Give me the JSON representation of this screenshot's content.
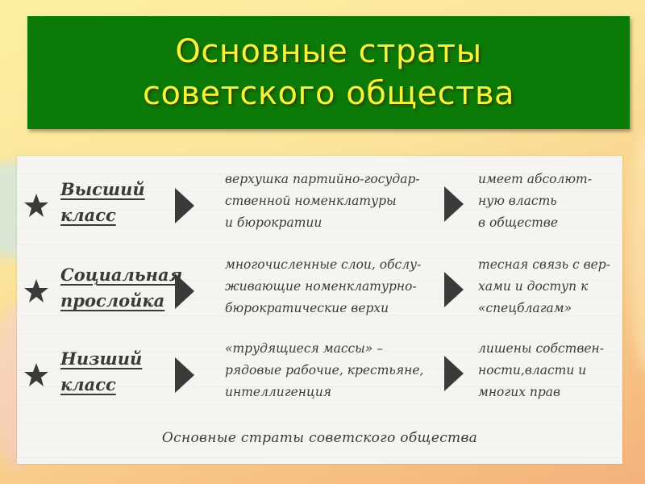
{
  "title": {
    "line1": "Основные страты",
    "line2": "советского общества"
  },
  "colors": {
    "banner_bg": "#0b7a06",
    "title_text": "#f4f43a",
    "ink": "#3a3a3a"
  },
  "strata": [
    {
      "label_lines": [
        "Высший",
        "класс"
      ],
      "description_lines": [
        "верхушка партийно-государ-",
        "ственной номенклатуры",
        "и бюрократии"
      ],
      "trait_lines": [
        "имеет абсолют-",
        "ную власть",
        "в обществе"
      ]
    },
    {
      "label_lines": [
        "Социальная",
        "прослойка"
      ],
      "description_lines": [
        "многочисленные слои, обслу-",
        "живающие номенклатурно-",
        "бюрократические верхи"
      ],
      "trait_lines": [
        "тесная связь с вер-",
        "хами и доступ к",
        "«спецблагам»"
      ]
    },
    {
      "label_lines": [
        "Низший",
        "класс"
      ],
      "description_lines": [
        "«трудящиеся массы» –",
        "рядовые рабочие, крестьяне,",
        "интеллигенция"
      ],
      "trait_lines": [
        "лишены собствен-",
        "ности,власти и",
        "многих прав"
      ]
    }
  ],
  "caption": "Основные страты советского общества",
  "icons": {
    "row_marker": "star-icon",
    "connector": "arrow-right-icon"
  }
}
